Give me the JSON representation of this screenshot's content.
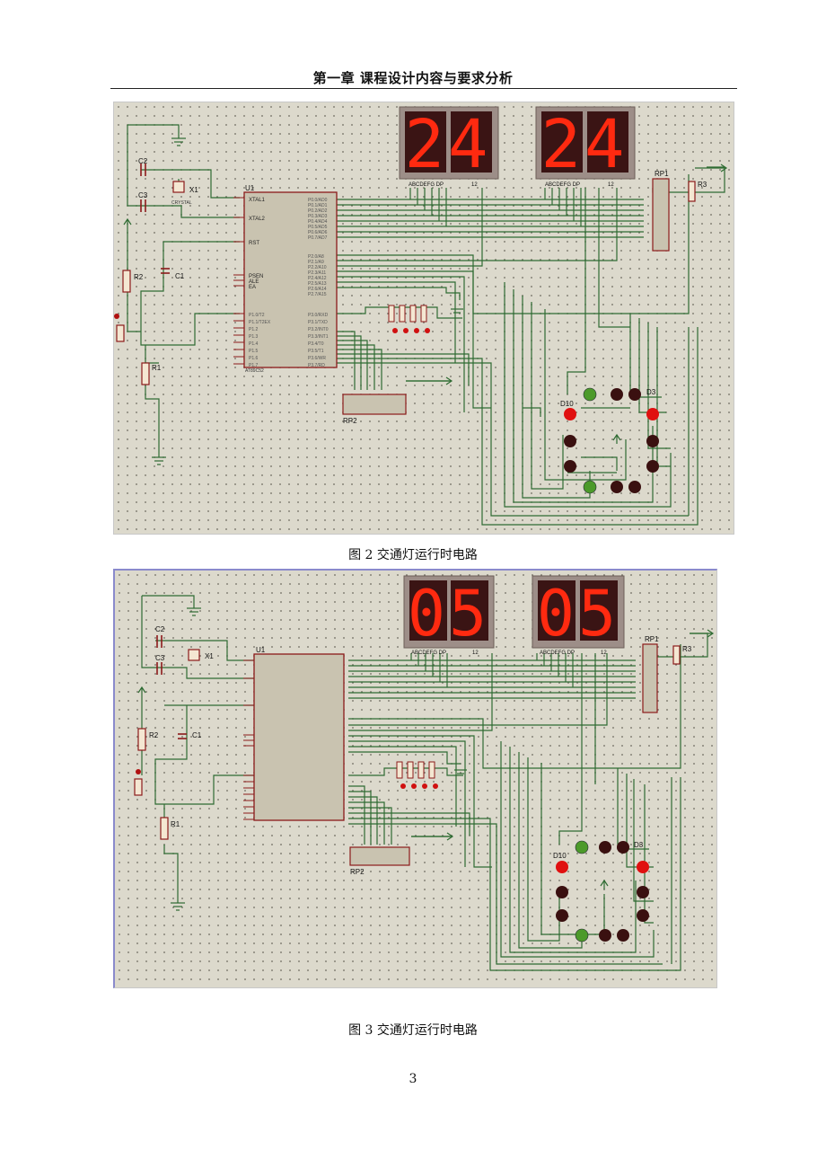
{
  "header": {
    "title": "第一章  课程设计内容与要求分析"
  },
  "figures": [
    {
      "caption": "图 2  交通灯运行时电路",
      "display_left": "24",
      "display_right": "24",
      "labels": {
        "c2": "C2",
        "c3": "C3",
        "x1": "X1",
        "crystal": "CRYSTAL",
        "u1": "U1",
        "r2": "R2",
        "c1": "C1",
        "r1": "R1",
        "rp1": "RP1",
        "r3": "R3",
        "rp2": "RP2",
        "chip": "AT89C52",
        "seg_pins": "ABCDEFG  DP",
        "seg_pins2": "12",
        "d10": "D10",
        "d3": "D3",
        "xtal1": "XTAL1",
        "xtal2": "XTAL2",
        "rst": "RST",
        "psen": "PSEN",
        "ale": "ALE",
        "ea": "EA"
      }
    },
    {
      "caption": "图 3  交通灯运行时电路",
      "display_left": "05",
      "display_right": "05",
      "labels": {
        "c2": "C2",
        "c3": "C3",
        "x1": "X1",
        "u1": "U1",
        "r2": "R2",
        "c1": "C1",
        "r1": "R1",
        "rp1": "RP1",
        "r3": "R3",
        "rp2": "RP2",
        "d10": "D10",
        "d3": "D3",
        "seg_pins": "ABCDEFG  DP",
        "seg_pins2": "12"
      }
    }
  ],
  "page_number": "3",
  "colors": {
    "board": "#dcd9cc",
    "wire": "#2e6b32",
    "component": "#8b1a1a",
    "chip_fill": "#c9c3b0",
    "display_bg": "#3a1414",
    "segment_on": "#ff2a10",
    "led_red": "#e01010",
    "led_green": "#4c9a2a",
    "led_off": "#3a1010"
  }
}
